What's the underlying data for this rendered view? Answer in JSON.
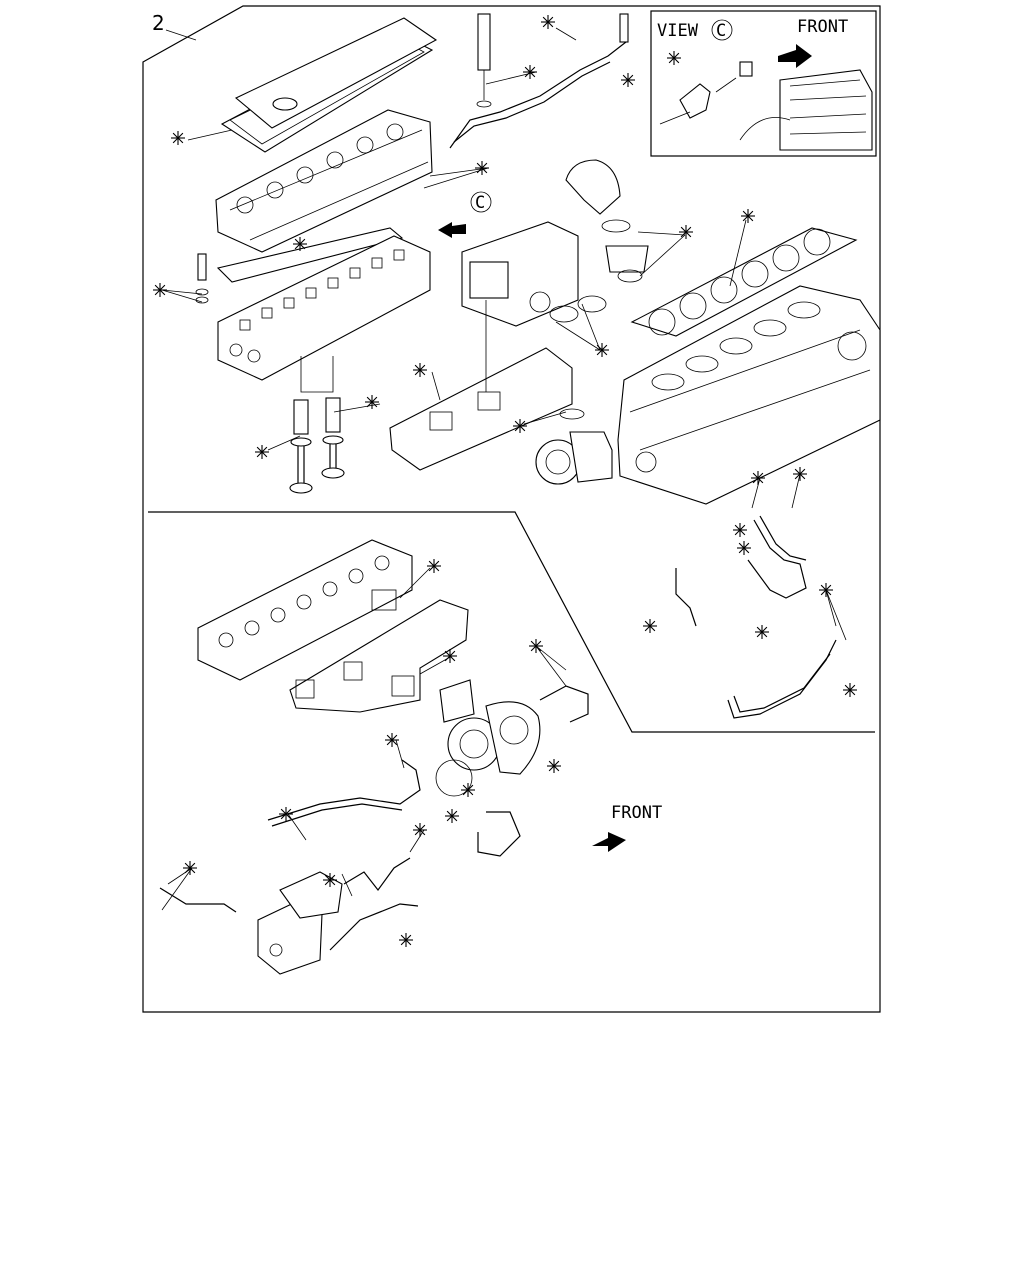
{
  "callout_number": "2",
  "inset": {
    "view_label": "VIEW",
    "view_letter": "C",
    "front_label": "FRONT"
  },
  "view_marker_letter": "C",
  "main_front_label": "FRONT",
  "asterisk_glyph": "*"
}
